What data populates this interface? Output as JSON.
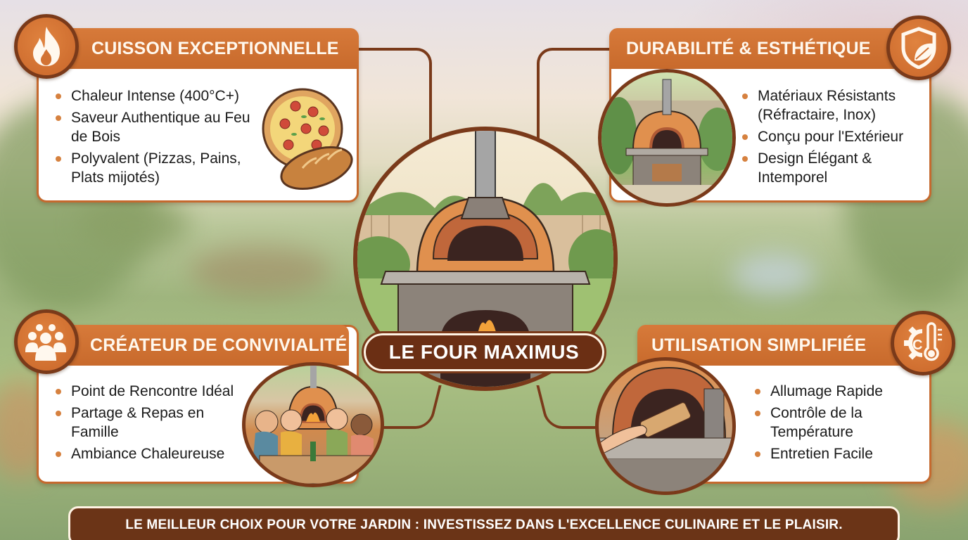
{
  "center": {
    "title": "LE FOUR MAXIMUS",
    "image": "wood-fired-pizza-oven-illustration"
  },
  "cards": [
    {
      "title": "CUISSON EXCEPTIONNELLE",
      "icon": "flame-icon",
      "bullets": [
        "Chaleur Intense (400°C+)",
        "Saveur Authentique au Feu de Bois",
        "Polyvalent (Pizzas, Pains, Plats mijotés)"
      ],
      "illustration": "pizza-and-bread"
    },
    {
      "title": "DURABILITÉ & ESTHÉTIQUE",
      "icon": "shield-leaf-icon",
      "bullets": [
        "Matériaux Résistants (Réfractaire, Inox)",
        "Conçu pour l'Extérieur",
        "Design Élégant & Intemporel"
      ],
      "illustration": "oven-in-garden-patio"
    },
    {
      "title": "CRÉATEUR DE CONVIVIALITÉ",
      "icon": "group-people-icon",
      "bullets": [
        "Point de Rencontre Idéal",
        "Partage & Repas en Famille",
        "Ambiance Chaleureuse"
      ],
      "illustration": "friends-dining-by-oven"
    },
    {
      "title": "UTILISATION SIMPLIFIÉE",
      "icon": "gear-thermometer-icon",
      "bullets": [
        "Allumage Rapide",
        "Contrôle de la Température",
        "Entretien Facile"
      ],
      "illustration": "hand-loading-wood"
    }
  ],
  "footer": {
    "text": "LE MEILLEUR CHOIX POUR VOTRE JARDIN : INVESTISSEZ DANS L'EXCELLENCE CULINAIRE ET LE PLAISIR."
  },
  "colors": {
    "accent_orange": "#c86a2c",
    "dark_brown": "#6b2f14",
    "bullet_dot": "#d6813f"
  }
}
